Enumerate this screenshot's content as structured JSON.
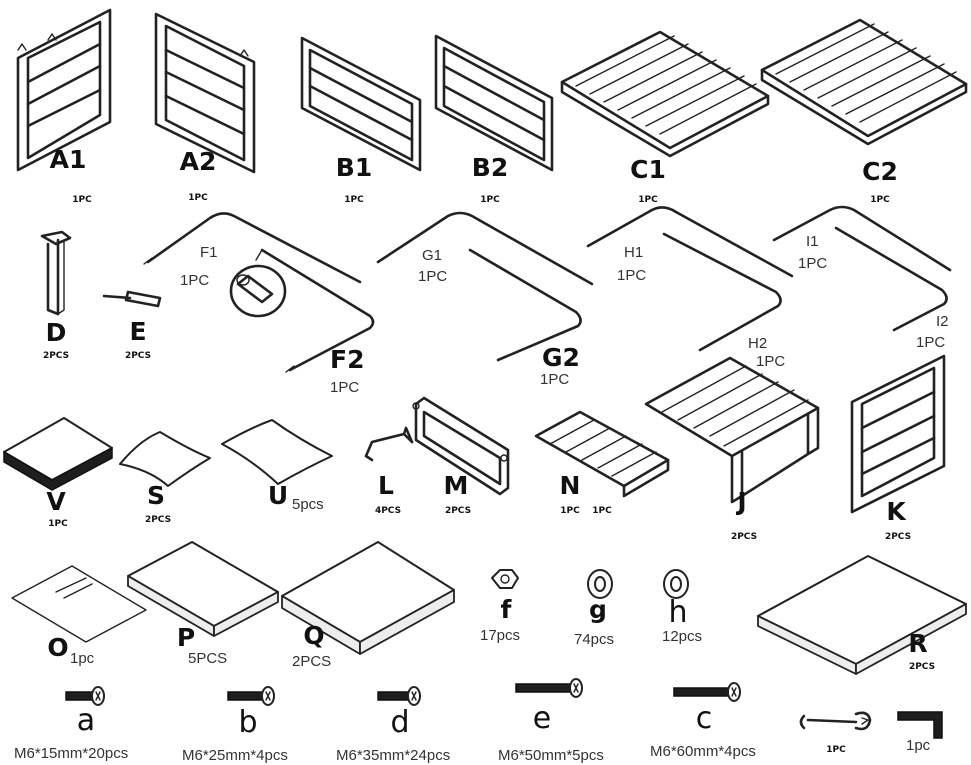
{
  "parts": [
    {
      "id": "a1",
      "letter": "A1",
      "qty": "1PC"
    },
    {
      "id": "a2",
      "letter": "A2",
      "qty": "1PC"
    },
    {
      "id": "b1",
      "letter": "B1",
      "qty": "1PC"
    },
    {
      "id": "b2",
      "letter": "B2",
      "qty": "1PC"
    },
    {
      "id": "c1",
      "letter": "C1",
      "qty": "1PC"
    },
    {
      "id": "c2",
      "letter": "C2",
      "qty": "1PC"
    },
    {
      "id": "d",
      "letter": "D",
      "qty": "2PCS"
    },
    {
      "id": "e",
      "letter": "E",
      "qty": "2PCS"
    },
    {
      "id": "f1",
      "letter": "F1",
      "qty": "1PC"
    },
    {
      "id": "f2",
      "letter": "F2",
      "qty": "1PC"
    },
    {
      "id": "g1",
      "letter": "G1",
      "qty": "1PC"
    },
    {
      "id": "g2",
      "letter": "G2",
      "qty": "1PC"
    },
    {
      "id": "h1",
      "letter": "H1",
      "qty": "1PC"
    },
    {
      "id": "h2",
      "letter": "H2",
      "qty": "1PC"
    },
    {
      "id": "i1",
      "letter": "I1",
      "qty": "1PC"
    },
    {
      "id": "i2",
      "letter": "I2",
      "qty": "1PC"
    },
    {
      "id": "v",
      "letter": "V",
      "qty": "1PC"
    },
    {
      "id": "s",
      "letter": "S",
      "qty": "2PCS"
    },
    {
      "id": "u",
      "letter": "U",
      "qty": "5pcs"
    },
    {
      "id": "l",
      "letter": "L",
      "qty": "4PCS"
    },
    {
      "id": "m",
      "letter": "M",
      "qty": "2PCS"
    },
    {
      "id": "n",
      "letter": "N",
      "qty": "1PC",
      "qty2": "1PC"
    },
    {
      "id": "j",
      "letter": "J",
      "qty": "2PCS"
    },
    {
      "id": "k",
      "letter": "K",
      "qty": "2PCS"
    },
    {
      "id": "o",
      "letter": "O",
      "qty": "1pc"
    },
    {
      "id": "p",
      "letter": "P",
      "qty": "5PCS"
    },
    {
      "id": "q",
      "letter": "Q",
      "qty": "2PCS"
    },
    {
      "id": "f",
      "letter": "f",
      "qty": "17pcs"
    },
    {
      "id": "g",
      "letter": "g",
      "qty": "74pcs"
    },
    {
      "id": "h",
      "letter": "h",
      "qty": "12pcs"
    },
    {
      "id": "r",
      "letter": "R",
      "qty": "2PCS"
    }
  ],
  "screws": [
    {
      "id": "sa",
      "letter": "a",
      "spec": "M6*15mm*20pcs"
    },
    {
      "id": "sb",
      "letter": "b",
      "spec": "M6*25mm*4pcs"
    },
    {
      "id": "sd",
      "letter": "d",
      "spec": "M6*35mm*24pcs"
    },
    {
      "id": "se",
      "letter": "e",
      "spec": "M6*50mm*5pcs"
    },
    {
      "id": "sc",
      "letter": "c",
      "spec": "M6*60mm*4pcs"
    }
  ],
  "tools": [
    {
      "id": "wrench",
      "qty": "1PC"
    },
    {
      "id": "allen-key",
      "qty": "1pc"
    }
  ]
}
